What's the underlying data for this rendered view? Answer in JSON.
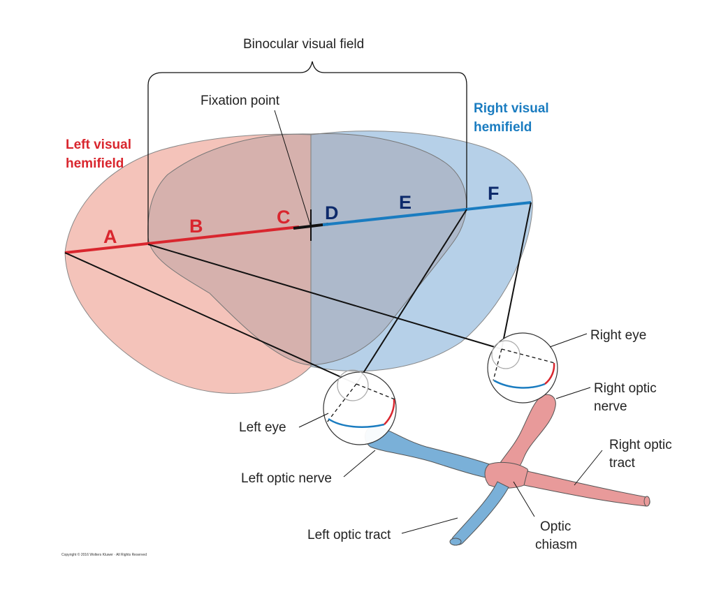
{
  "labels": {
    "binocular": "Binocular visual field",
    "fixation": "Fixation point",
    "left_hemifield_line1": "Left visual",
    "left_hemifield_line2": "hemifield",
    "right_hemifield_line1": "Right visual",
    "right_hemifield_line2": "hemifield",
    "right_eye": "Right eye",
    "left_eye": "Left eye",
    "right_optic_nerve_line1": "Right optic",
    "right_optic_nerve_line2": "nerve",
    "left_optic_nerve": "Left optic nerve",
    "right_optic_tract_line1": "Right optic",
    "right_optic_tract_line2": "tract",
    "left_optic_tract": "Left optic tract",
    "optic_chiasm_line1": "Optic",
    "optic_chiasm_line2": "chiasm"
  },
  "segments": {
    "a": "A",
    "b": "B",
    "c": "C",
    "d": "D",
    "e": "E",
    "f": "F"
  },
  "copyright": "Copyright © 2016 Wolters Kluwer · All Rights Reserved",
  "colors": {
    "left_field": "#f2b8ae",
    "right_field": "#a9c8e4",
    "left_accent": "#d9262e",
    "right_accent": "#1a7cc0",
    "segment_navy": "#0d2a6b",
    "nerve_blue": "#7ab0d8",
    "nerve_pink": "#e89a9a"
  }
}
